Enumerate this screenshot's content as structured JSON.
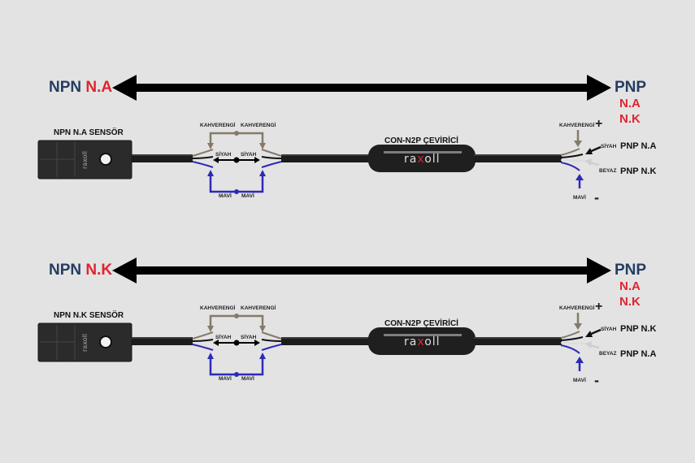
{
  "colors": {
    "background": "#e4e3e3",
    "navy": "#233d63",
    "red": "#e02430",
    "brown_wire": "#857a6a",
    "blue_wire": "#2b2bb8",
    "black_wire": "#111111",
    "white_wire": "#dcdcdc"
  },
  "panels": [
    {
      "npn_title": {
        "prefix": "NPN",
        "suffix": "N.A"
      },
      "pnp_block": {
        "main": "PNP",
        "line1": "N.A",
        "line2": "N.K"
      },
      "sensor_label": "NPN N.A SENSÖR",
      "sensor_brand": "raxoll",
      "junction": {
        "brown_left": "KAHVERENGİ",
        "brown_right": "KAHVERENGİ",
        "black_left": "SİYAH",
        "black_right": "SİYAH",
        "blue_left": "MAVİ",
        "blue_right": "MAVİ"
      },
      "converter": {
        "label": "CON-N2P ÇEVİRİCİ",
        "brand_a": "ra",
        "brand_x": "x",
        "brand_b": "oll"
      },
      "output": {
        "brown": "KAHVERENGİ",
        "plus": "+",
        "black": "SİYAH",
        "black_func": "PNP N.A",
        "white": "BEYAZ",
        "white_func": "PNP N.K",
        "blue": "MAVİ",
        "minus": "-"
      }
    },
    {
      "npn_title": {
        "prefix": "NPN",
        "suffix": "N.K"
      },
      "pnp_block": {
        "main": "PNP",
        "line1": "N.A",
        "line2": "N.K"
      },
      "sensor_label": "NPN N.K SENSÖR",
      "sensor_brand": "raxoll",
      "junction": {
        "brown_left": "KAHVERENGİ",
        "brown_right": "KAHVERENGİ",
        "black_left": "SİYAH",
        "black_right": "SİYAH",
        "blue_left": "MAVİ",
        "blue_right": "MAVİ"
      },
      "converter": {
        "label": "CON-N2P ÇEVİRİCİ",
        "brand_a": "ra",
        "brand_x": "x",
        "brand_b": "oll"
      },
      "output": {
        "brown": "KAHVERENGİ",
        "plus": "+",
        "black": "SİYAH",
        "black_func": "PNP N.K",
        "white": "BEYAZ",
        "white_func": "PNP N.A",
        "blue": "MAVİ",
        "minus": "-"
      }
    }
  ]
}
